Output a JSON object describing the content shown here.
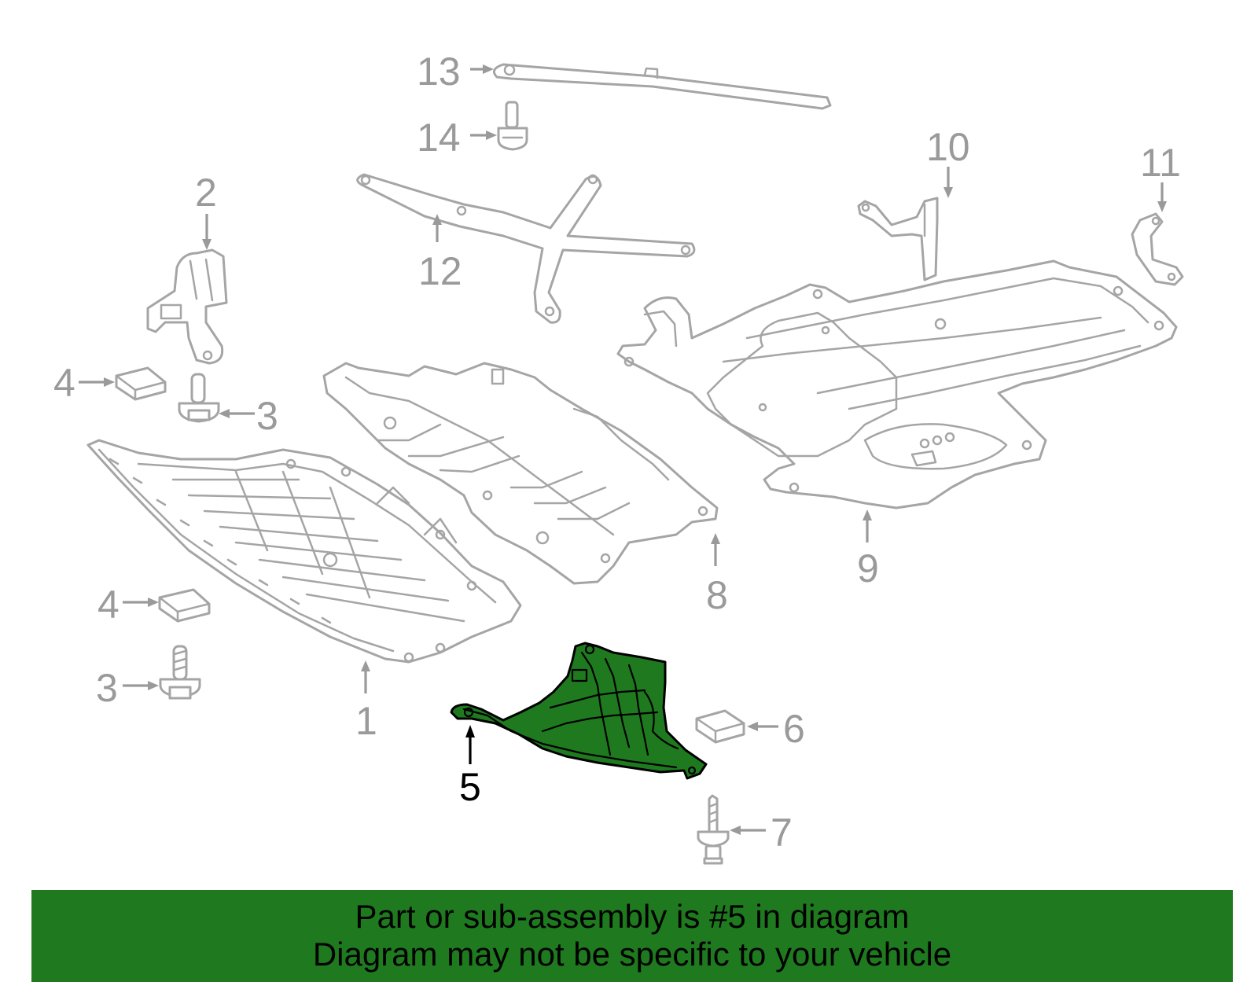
{
  "callouts": {
    "c1": "1",
    "c2": "2",
    "c3a": "3",
    "c3b": "3",
    "c4a": "4",
    "c4b": "4",
    "c5": "5",
    "c6": "6",
    "c7": "7",
    "c8": "8",
    "c9": "9",
    "c10": "10",
    "c11": "11",
    "c12": "12",
    "c13": "13",
    "c14": "14"
  },
  "highlighted_part": "5",
  "colors": {
    "highlight": "#1f7a1f",
    "outline": "#a5a5a5",
    "label": "#9a9a9a",
    "banner": "#1f7a1f"
  },
  "banner": {
    "line1": "Part or sub-assembly is #5 in diagram",
    "line2": "Diagram may not be specific to your vehicle"
  }
}
